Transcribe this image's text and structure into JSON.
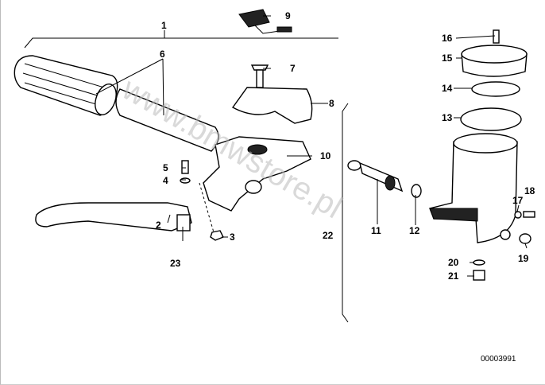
{
  "callouts": {
    "c1": "1",
    "c2": "2",
    "c3": "3",
    "c4": "4",
    "c5": "5",
    "c6": "6",
    "c7": "7",
    "c8": "8",
    "c9": "9",
    "c10": "10",
    "c11": "11",
    "c12": "12",
    "c13": "13",
    "c14": "14",
    "c15": "15",
    "c16": "16",
    "c17": "17",
    "c18": "18",
    "c19": "19",
    "c20": "20",
    "c21": "21",
    "c22": "22",
    "c23": "23"
  },
  "watermark": "www.bmwstore.pl",
  "diagram_number": "00003991"
}
